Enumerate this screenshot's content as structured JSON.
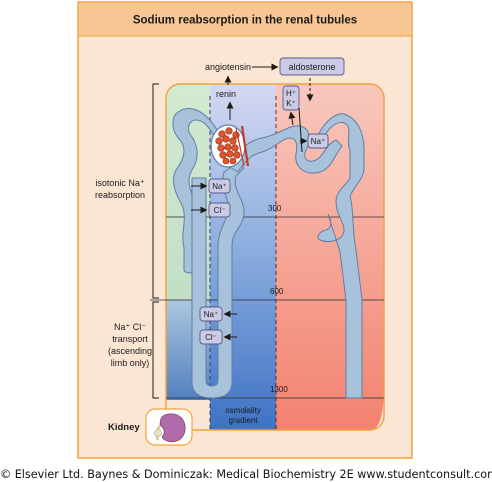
{
  "title": "Sodium reabsorption in the renal tubules",
  "hormones": {
    "angiotensin": "angiotensin",
    "aldosterone": "aldosterone",
    "renin": "renin"
  },
  "ions": {
    "h": "H⁺",
    "k": "K⁺",
    "na": "Na⁺",
    "cl": "Cl⁻"
  },
  "side_labels": {
    "isotonic": [
      "isotonic Na⁺",
      "reabsorption"
    ],
    "nacl": [
      "Na⁺ Cl⁻",
      "transport",
      "(ascending",
      "limb only)"
    ]
  },
  "osmolality_levels": [
    "300",
    "600",
    "1300"
  ],
  "gradient_label": [
    "osmolality",
    "gradient"
  ],
  "kidney_label": "Kidney",
  "copyright": "© Elsevier Ltd. Baynes & Dominiczak: Medical Biochemistry 2E www.studentconsult.com",
  "colors": {
    "panel": "#fbe6d4",
    "frame": "#f3a23b",
    "title_bar": "#f7c692",
    "cortex_green": "#cfe6cc",
    "medulla_blue": "#7fa3d6",
    "distal_red": "#f59a8c",
    "tubule": "#a9c2dc",
    "glomerulus": "#e0552b"
  }
}
